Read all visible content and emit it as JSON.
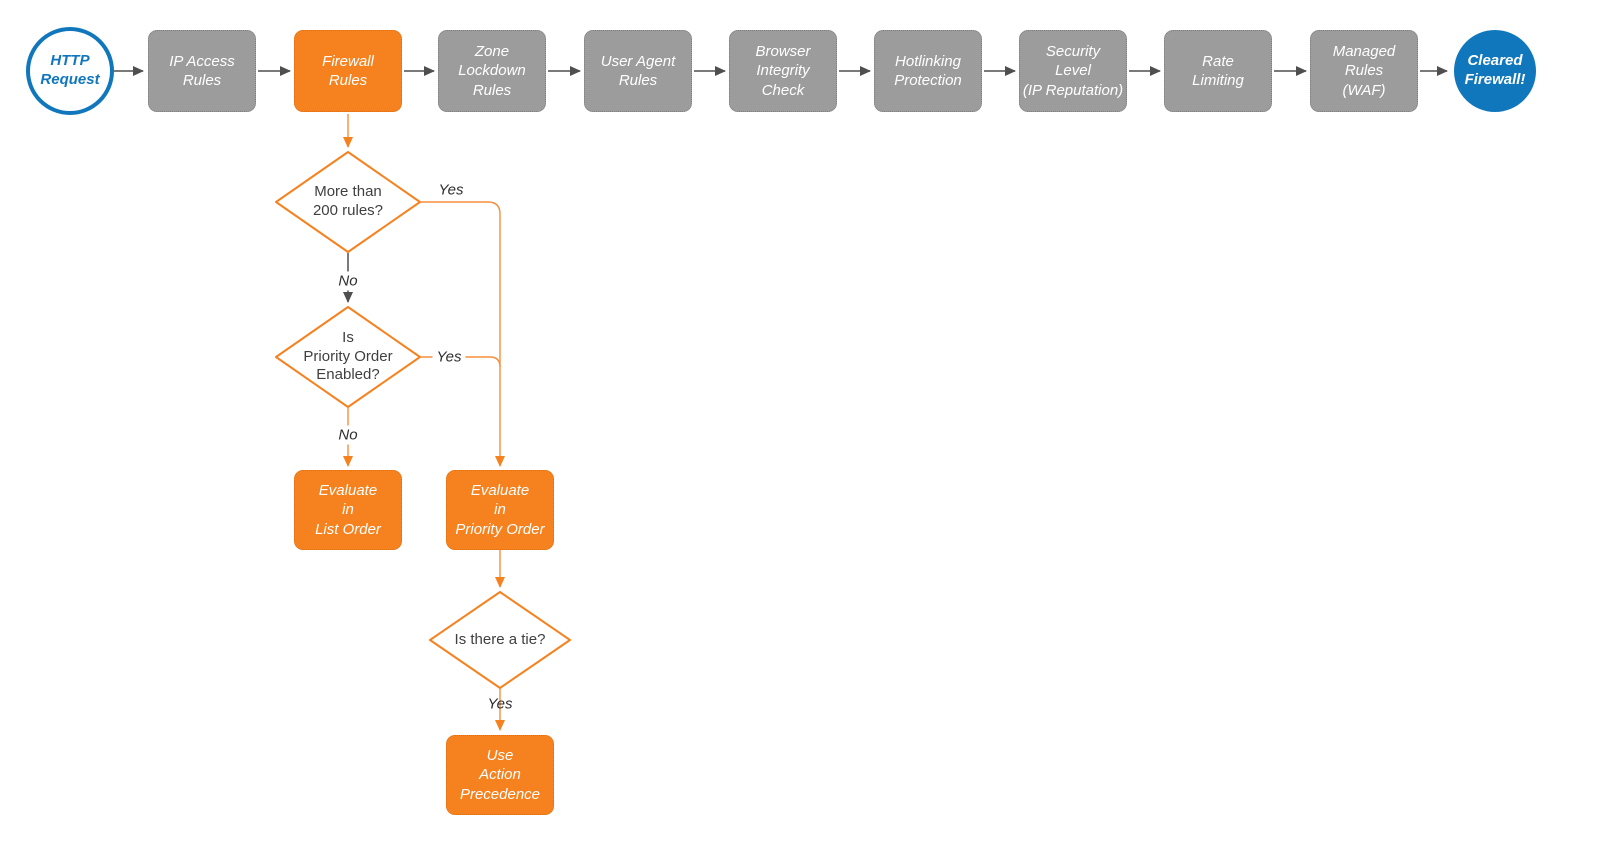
{
  "colors": {
    "accent_orange": "#F6821F",
    "accent_blue": "#1177BD",
    "stage_gray": "#9C9C9C",
    "line_gray": "#4F4F4F",
    "line_orange": "#F78E3D",
    "text_dark": "#3F3F3F"
  },
  "pipeline": {
    "start_label": "HTTP\nRequest",
    "stages": [
      {
        "label": "IP Access\nRules"
      },
      {
        "label": "Firewall\nRules"
      },
      {
        "label": "Zone\nLockdown\nRules"
      },
      {
        "label": "User Agent\nRules"
      },
      {
        "label": "Browser\nIntegrity\nCheck"
      },
      {
        "label": "Hotlinking\nProtection"
      },
      {
        "label": "Security\nLevel\n(IP Reputation)"
      },
      {
        "label": "Rate\nLimiting"
      },
      {
        "label": "Managed\nRules\n(WAF)"
      }
    ],
    "end_label": "Cleared\nFirewall!"
  },
  "decision_tree": {
    "more_than_200": {
      "question": "More than\n200 rules?",
      "yes_label": "Yes",
      "no_label": "No"
    },
    "priority_enabled": {
      "question": "Is\nPriority Order\nEnabled?",
      "yes_label": "Yes",
      "no_label": "No"
    },
    "evaluate_list_order": "Evaluate\nin\nList Order",
    "evaluate_priority_order": "Evaluate\nin\nPriority Order",
    "is_there_tie": {
      "question": "Is there a tie?",
      "yes_label": "Yes"
    },
    "use_action_precedence": "Use\nAction\nPrecedence"
  }
}
